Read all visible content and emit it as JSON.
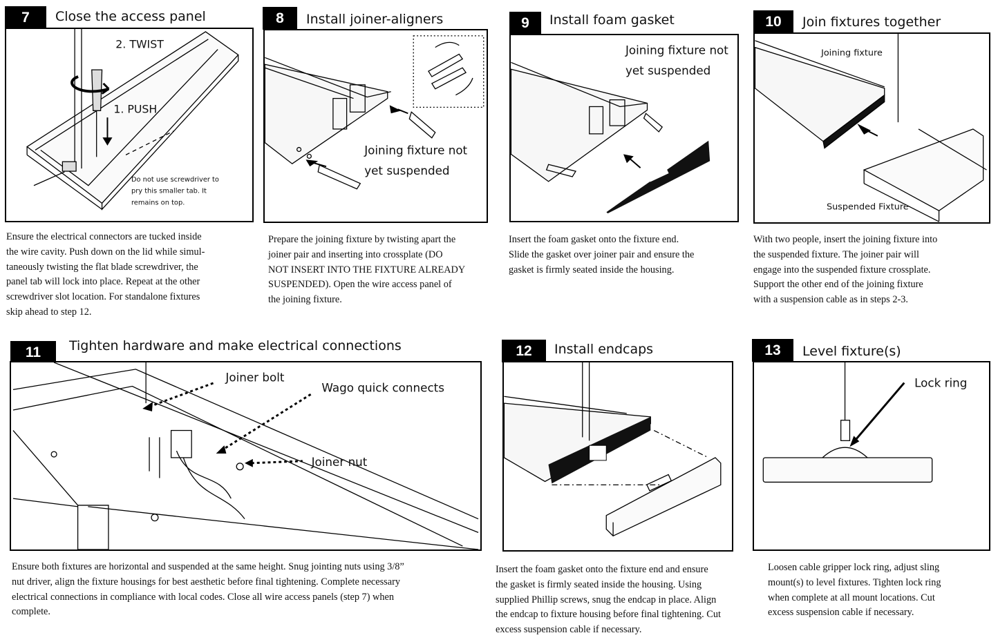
{
  "steps": [
    {
      "number": "7",
      "title": "Close the access panel",
      "labels": {
        "twist": "2. TWIST",
        "push": "1. PUSH",
        "note": [
          "Do not use screwdriver to",
          "pry this smaller tab. It",
          "remains on top."
        ]
      },
      "description": [
        "Ensure the electrical connectors are tucked inside",
        "the wire cavity.  Push down on the lid while simul-",
        "taneously twisting the flat blade screwdriver, the",
        "panel tab will lock into place.  Repeat at the other",
        "screwdriver slot location.  For standalone fixtures",
        "skip ahead to step 12."
      ]
    },
    {
      "number": "8",
      "title": "Install joiner-aligners",
      "labels": {
        "joining": [
          "Joining fixture not",
          "yet suspended"
        ]
      },
      "description": [
        "Prepare the joining fixture by twisting apart the",
        "joiner pair and inserting into crossplate (DO",
        "NOT INSERT INTO THE FIXTURE ALREADY",
        "SUSPENDED).  Open the wire access panel of",
        "the joining fixture."
      ]
    },
    {
      "number": "9",
      "title": "Install foam gasket",
      "labels": {
        "joining": [
          "Joining fixture not",
          "yet suspended"
        ]
      },
      "description": [
        "Insert the foam gasket onto the fixture end.",
        "Slide the gasket over joiner pair and ensure the",
        "gasket is firmly seated inside the housing."
      ]
    },
    {
      "number": "10",
      "title": "Join fixtures together",
      "labels": {
        "joining": "Joining fixture",
        "suspended": "Suspended Fixture"
      },
      "description": [
        "With two people, insert the joining fixture into",
        "the suspended fixture.  The joiner pair will",
        "engage into the suspended fixture crossplate.",
        "Support the other end of the joining fixture",
        "with a suspension cable as in steps 2-3."
      ]
    },
    {
      "number": "11",
      "title": "Tighten hardware and make electrical connections",
      "labels": {
        "bolt": "Joiner bolt",
        "wago": "Wago quick connects",
        "nut": "Joiner nut"
      },
      "description": [
        "Ensure both fixtures are horizontal and suspended at the same height.  Snug jointing nuts using 3/8”",
        "nut driver, align the fixture housings for best aesthetic before final tightening.  Complete necessary",
        "electrical connections in compliance with local codes.  Close all wire access panels (step 7) when",
        "complete."
      ]
    },
    {
      "number": "12",
      "title": "Install endcaps",
      "labels": {},
      "description": [
        "Insert the foam gasket onto the fixture end and ensure",
        "the gasket is firmly seated inside the housing.  Using",
        "supplied Phillip screws, snug the endcap in place.  Align",
        "the endcap to fixture housing before final tightening. Cut",
        "excess suspension cable if necessary."
      ]
    },
    {
      "number": "13",
      "title": "Level fixture(s)",
      "labels": {
        "lock": "Lock ring"
      },
      "description": [
        "Loosen cable gripper lock ring, adjust sling",
        "mount(s) to level fixtures.  Tighten lock ring",
        "when complete at all mount locations. Cut",
        "excess suspension cable if necessary."
      ]
    }
  ]
}
